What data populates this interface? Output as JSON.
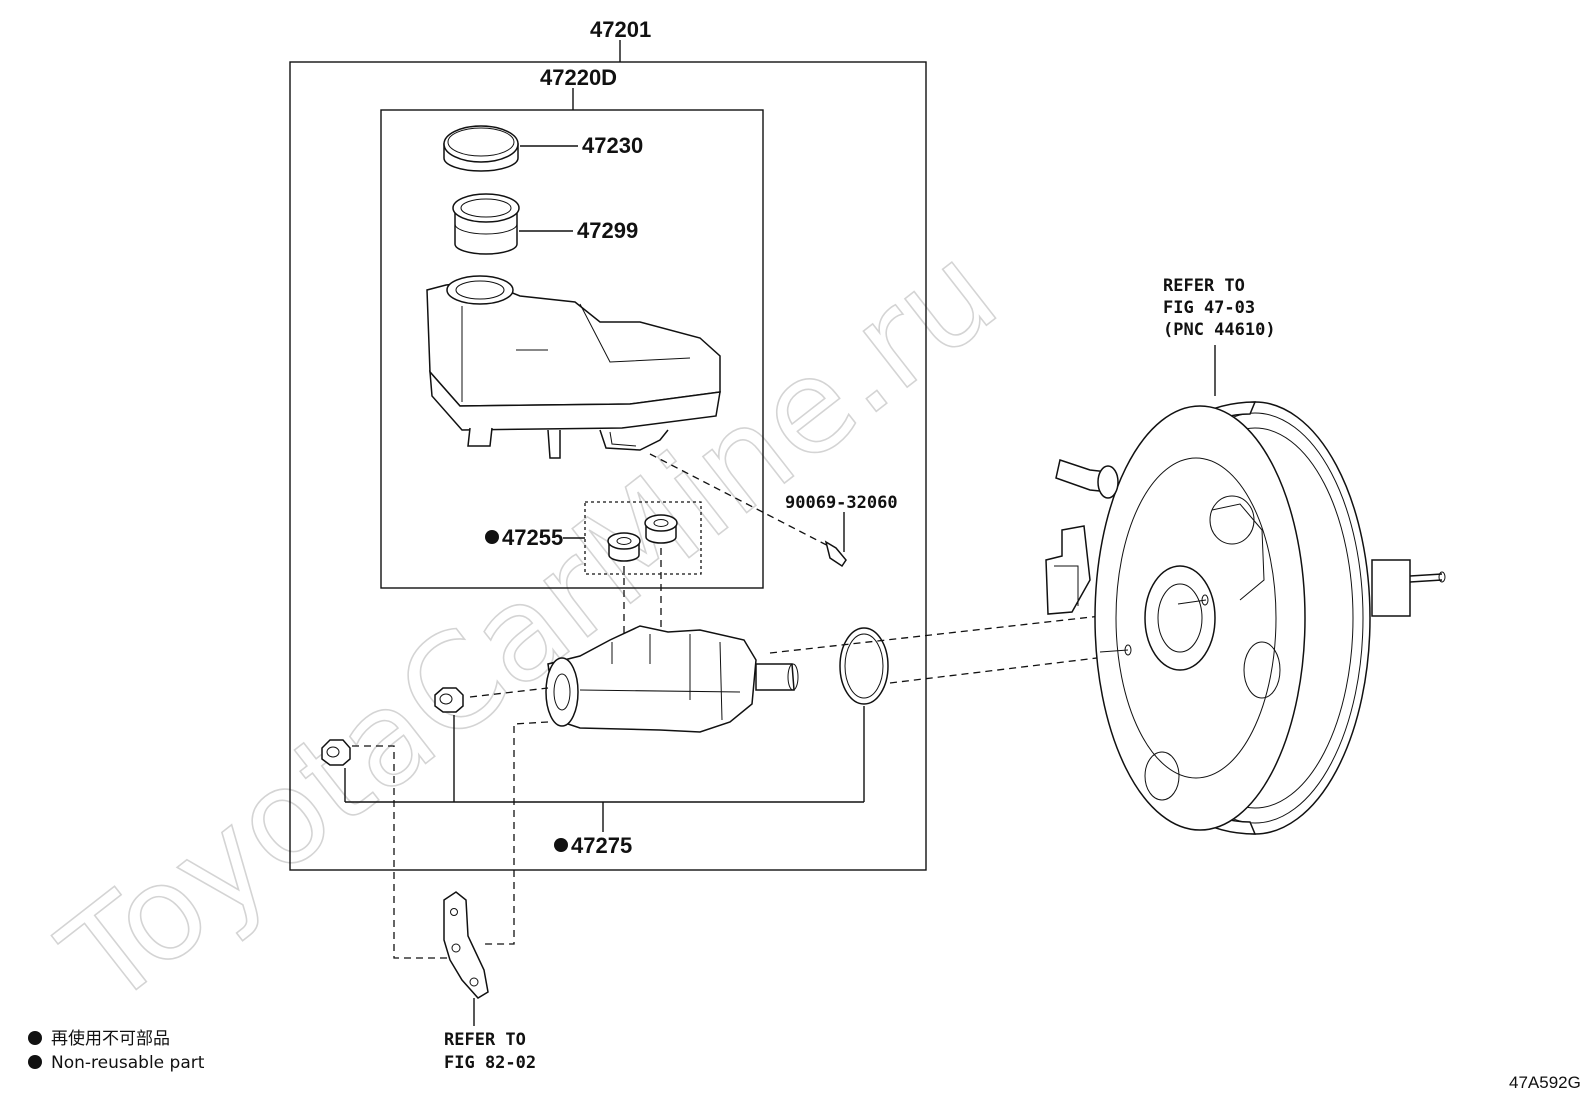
{
  "labels": {
    "assembly": "47201",
    "reservoir_set": "47220D",
    "cap": "47230",
    "strainer": "47299",
    "grommet": "47255",
    "pin": "90069-32060",
    "nut": "47275"
  },
  "refer_booster": [
    "REFER TO",
    "FIG 47-03",
    "(PNC 44610)"
  ],
  "refer_bracket": [
    "REFER TO",
    "FIG 82-02"
  ],
  "legend": {
    "line_jp": "再使用不可部品",
    "line_en": "Non-reusable part"
  },
  "watermark": "ToyotaCarMine.ru",
  "figure_code": "47A592G"
}
